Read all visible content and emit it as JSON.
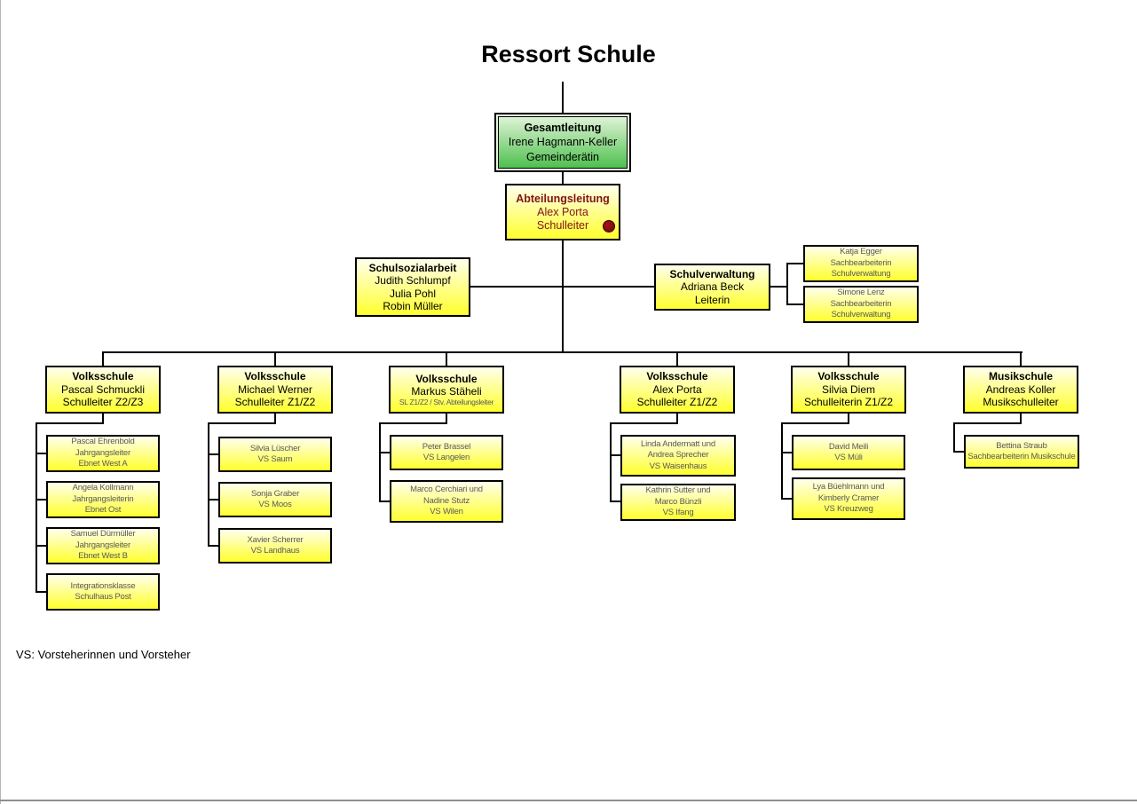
{
  "page": {
    "title": "Ressort Schule",
    "legend": "VS: Vorsteherinnen und Vorsteher"
  },
  "colors": {
    "box_yellow_top": "#ffffec",
    "box_yellow_bottom": "#ffff2e",
    "box_green_top": "#def3d5",
    "box_green_bottom": "#4ec04e",
    "connector": "#000000",
    "accent_text": "#7e1416",
    "marker_dot": "#7b0d11"
  },
  "leadership": {
    "gesamtleitung": {
      "title": "Gesamtleitung",
      "name": "Irene Hagmann-Keller",
      "role": "Gemeinderätin"
    },
    "abteilungsleitung": {
      "title": "Abteilungsleitung",
      "name": "Alex Porta",
      "role": "Schulleiter"
    }
  },
  "staff_units": {
    "schulsozialarbeit": {
      "title": "Schulsozialarbeit",
      "members": [
        "Judith Schlumpf",
        "Julia Pohl",
        "Robin Müller"
      ]
    },
    "schulverwaltung": {
      "title": "Schulverwaltung",
      "name": "Adriana Beck",
      "role": "Leiterin"
    },
    "schulverwaltung_staff": [
      {
        "lines": [
          "Katja Egger",
          "Sachbearbeiterin",
          "Schulverwaltung"
        ]
      },
      {
        "lines": [
          "Simone Lenz",
          "Sachbearbeiterin",
          "Schulverwaltung"
        ]
      }
    ]
  },
  "schools": [
    {
      "title": "Volksschule",
      "name": "Pascal Schmuckli",
      "role": "Schulleiter Z2/Z3",
      "subs": [
        {
          "lines": [
            "Pascal Ehrenbold",
            "Jahrgangsleiter",
            "Ebnet West A"
          ]
        },
        {
          "lines": [
            "Angela Kollmann",
            "Jahrgangsleiterin",
            "Ebnet Ost"
          ]
        },
        {
          "lines": [
            "Samuel Dürmüller",
            "Jahrgangsleiter",
            "Ebnet West B"
          ]
        },
        {
          "lines": [
            "Integrationsklasse",
            "Schulhaus Post"
          ]
        }
      ]
    },
    {
      "title": "Volksschule",
      "name": "Michael Werner",
      "role": "Schulleiter Z1/Z2",
      "subs": [
        {
          "lines": [
            "Silvia Lüscher",
            "VS Saum"
          ]
        },
        {
          "lines": [
            "Sonja Graber",
            "VS Moos"
          ]
        },
        {
          "lines": [
            "Xavier Scherrer",
            "VS Landhaus"
          ]
        }
      ]
    },
    {
      "title": "Volksschule",
      "name": "Markus Stäheli",
      "role": "SL Z1/Z2 / Stv. Abteilungsleiter",
      "subs": [
        {
          "lines": [
            "Peter Brassel",
            "VS Langelen"
          ]
        },
        {
          "lines": [
            "Marco Cerchiari und",
            "Nadine Stutz",
            "VS Wilen"
          ]
        }
      ]
    },
    {
      "title": "Volksschule",
      "name": "Alex Porta",
      "role": "Schulleiter Z1/Z2",
      "subs": [
        {
          "lines": [
            "Linda Andermatt und",
            "Andrea Sprecher",
            "VS Waisenhaus"
          ]
        },
        {
          "lines": [
            "Kathrin Sutter und",
            "Marco Bünzli",
            "VS Ifang"
          ]
        }
      ]
    },
    {
      "title": "Volksschule",
      "name": "Silvia Diem",
      "role": "Schulleiterin Z1/Z2",
      "subs": [
        {
          "lines": [
            "David Meili",
            "VS Müli"
          ]
        },
        {
          "lines": [
            "Lya Büehlmann und",
            "Kimberly Cramer",
            "VS Kreuzweg"
          ]
        }
      ]
    },
    {
      "title": "Musikschule",
      "name": "Andreas Koller",
      "role": "Musikschulleiter",
      "subs": [
        {
          "lines": [
            "Bettina Straub",
            "Sachbearbeiterin Musikschule"
          ]
        }
      ]
    }
  ]
}
